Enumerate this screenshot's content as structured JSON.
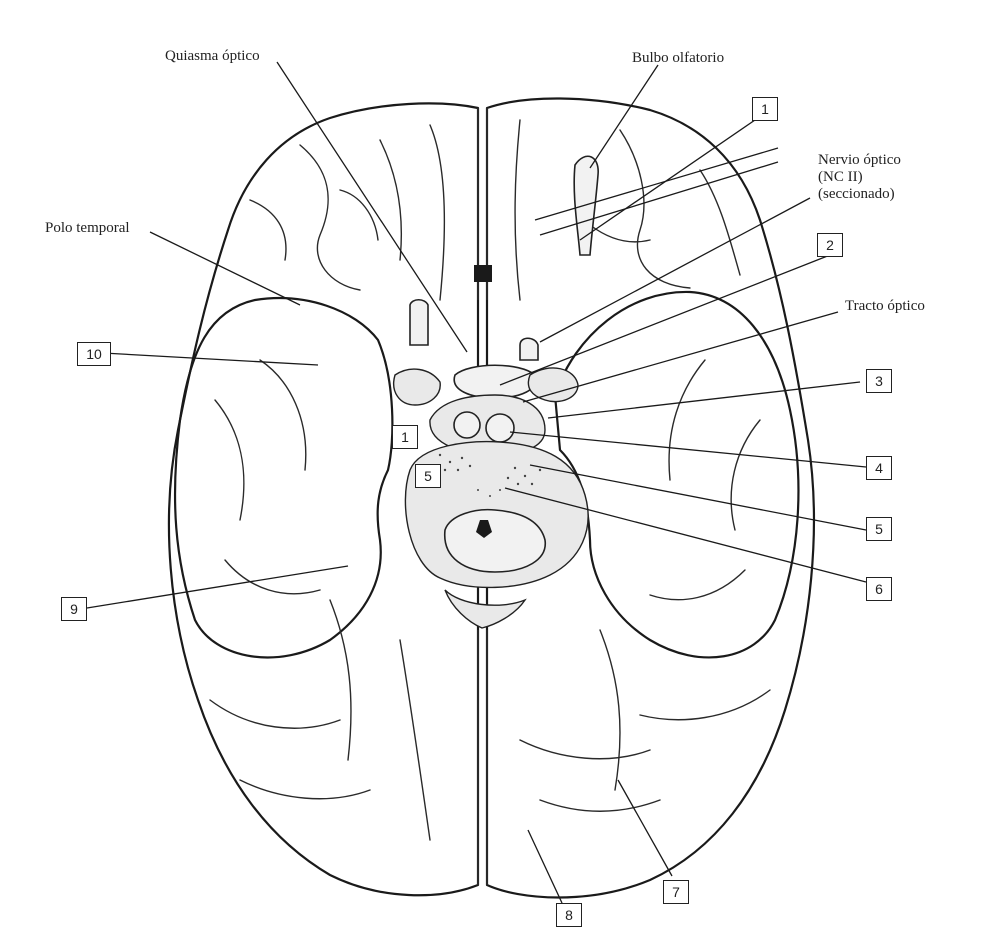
{
  "labels": {
    "quiasma": "Quiasma óptico",
    "bulbo": "Bulbo olfatorio",
    "nervio_line1": "Nervio óptico",
    "nervio_line2": "(NC II)",
    "nervio_line3": "(seccionado)",
    "polo": "Polo temporal",
    "tracto": "Tracto óptico"
  },
  "boxes": {
    "b1_top": "1",
    "b2": "2",
    "b3": "3",
    "b4": "4",
    "b5_right": "5",
    "b6": "6",
    "b7": "7",
    "b8": "8",
    "b9": "9",
    "b10": "10",
    "b1_center": "1",
    "b5_center": "5"
  }
}
